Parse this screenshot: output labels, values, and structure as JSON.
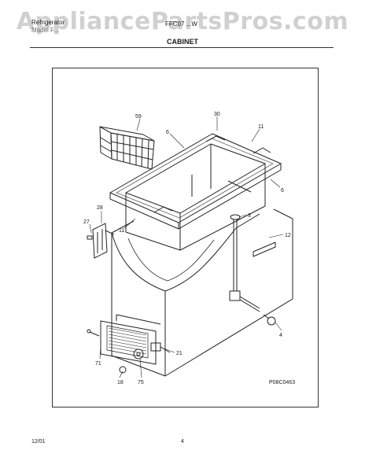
{
  "watermark": "AppliancePartsPros.com",
  "header": {
    "left_line1": "Refrigerator",
    "left_line2": "Model F...",
    "center_text": "FFC07 ...W",
    "section_title": "CABINET"
  },
  "callouts": {
    "c59": "59",
    "c6a": "6",
    "c30": "30",
    "c11a": "11",
    "c6b": "6",
    "c28": "28",
    "c27": "27",
    "c11b": "11",
    "c3": "3",
    "c12": "12",
    "c4": "4",
    "c21": "21",
    "c71": "71",
    "c18": "18",
    "c75": "75"
  },
  "drawing_code": "P08C0463",
  "footer": {
    "date": "12/01",
    "page": "4"
  }
}
